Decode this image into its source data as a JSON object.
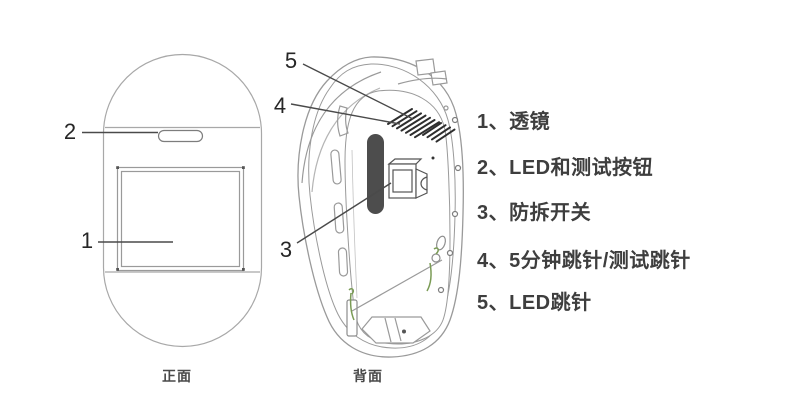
{
  "colors": {
    "outline_gray": "#a0a0a0",
    "dark_parts": "#2e2e2e",
    "bar_fill": "#4d4d4d",
    "wire_green": "#7a9b55",
    "text_dark": "#3e3e3e"
  },
  "front_view": {
    "caption": "正面",
    "callouts": {
      "lens": "1",
      "led_button": "2"
    }
  },
  "back_view": {
    "caption": "背面",
    "callouts": {
      "tamper_switch": "3",
      "jumper_5min": "4",
      "led_jumper": "5"
    }
  },
  "legend": {
    "items": [
      "1、透镜",
      "2、LED和测试按钮",
      "3、防拆开关",
      "4、5分钟跳针/测试跳针",
      "5、LED跳针"
    ]
  }
}
